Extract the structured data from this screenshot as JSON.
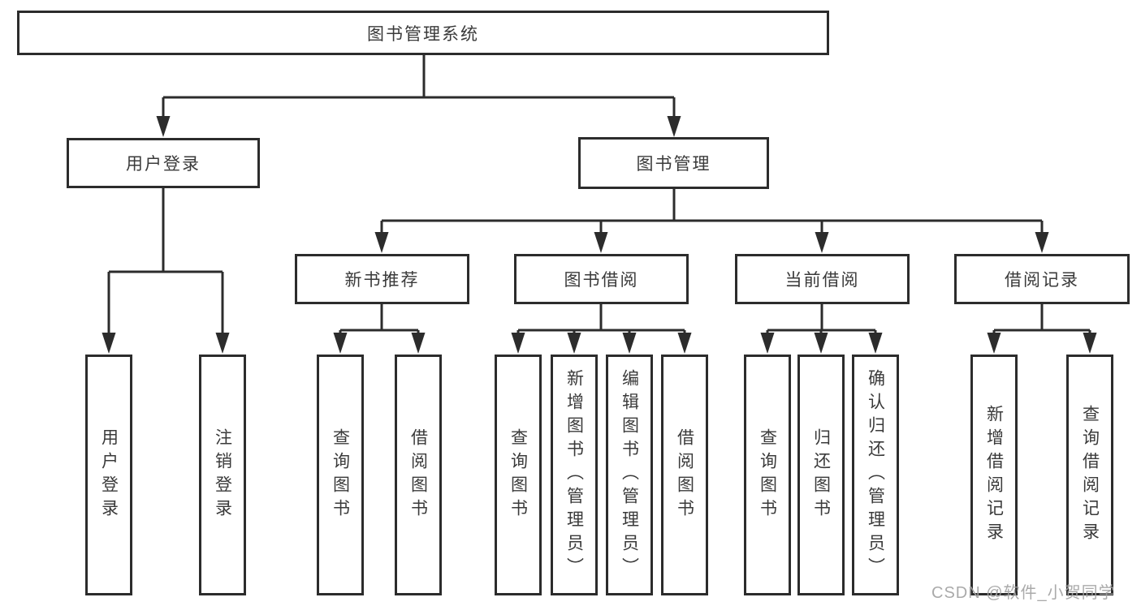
{
  "diagram_title": "图书管理系统",
  "nodes": {
    "root": "图书管理系统",
    "user_login": "用户登录",
    "book_management": "图书管理",
    "new_book_recommend": "新书推荐",
    "book_borrowing": "图书借阅",
    "current_borrowing": "当前借阅",
    "borrowing_records": "借阅记录",
    "leaf_user_login": "用户登录",
    "leaf_logout": "注销登录",
    "leaf_query_books_recommend": "查询图书",
    "leaf_borrow_books_recommend": "借阅图书",
    "leaf_query_books_borrowing": "查询图书",
    "leaf_add_books_admin": "新增图书（管理员）",
    "leaf_edit_books_admin": "编辑图书（管理员）",
    "leaf_borrow_books_borrowing": "借阅图书",
    "leaf_query_books_current": "查询图书",
    "leaf_return_books": "归还图书",
    "leaf_confirm_return_admin": "确认归还（管理员）",
    "leaf_add_borrow_record": "新增借阅记录",
    "leaf_query_borrow_record": "查询借阅记录"
  },
  "watermark": "CSDN @软件_小贺同学",
  "colors": {
    "line": "#2c2c2c",
    "text": "#3a3a3a",
    "watermark": "#a3a3a3",
    "background": "#ffffff"
  }
}
